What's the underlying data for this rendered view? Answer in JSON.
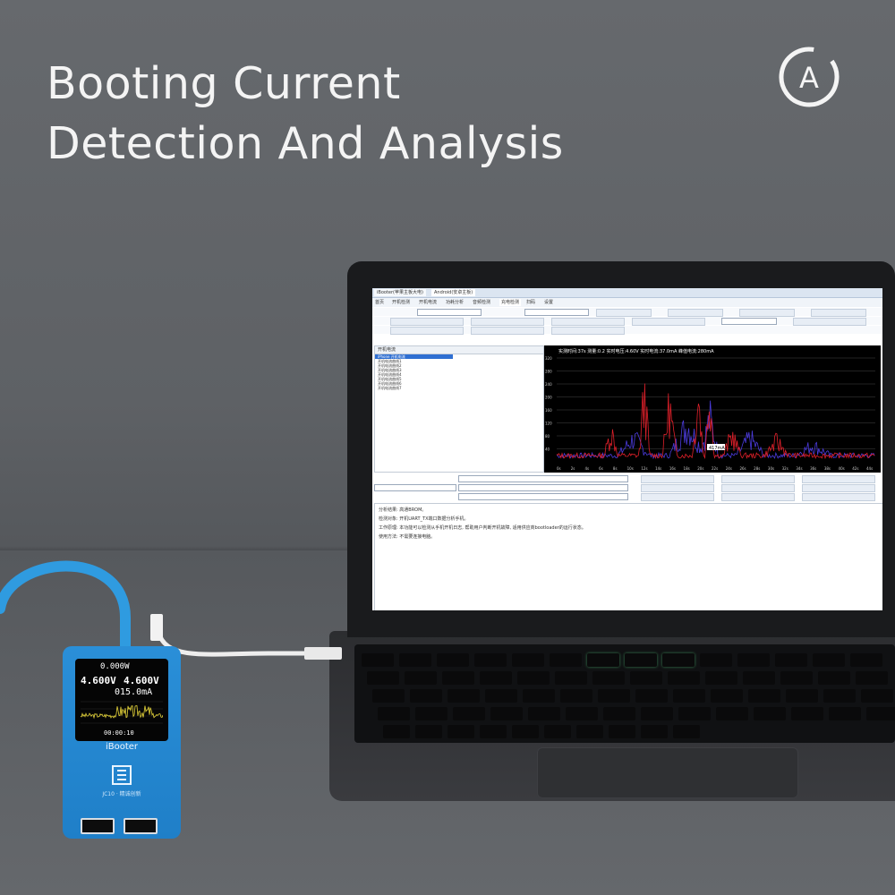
{
  "headline": {
    "line1": "Booting Current",
    "line2": "Detection And Analysis"
  },
  "logo": {
    "letter": "A",
    "icon": "circle-a-logo"
  },
  "software": {
    "tabs": [
      "iBooter(苹果主板大电)",
      "Android(安卓主板)"
    ],
    "menu": [
      "首页",
      "开机检测",
      "开机电流",
      "功耗分析",
      "音频检测",
      "充电检测",
      "扫码",
      "设置"
    ],
    "list_header": "开机电流",
    "list_items": [
      "iPhone 开机电流",
      "开机电流曲线1",
      "开机电流曲线2",
      "开机电流曲线3",
      "开机电流曲线4",
      "开机电流曲线5",
      "开机电流曲线6",
      "开机电流曲线7"
    ],
    "chart_header": "实测时间:37s 测量:0.2 实时电压:4.60V 实时电流:37.0mA 峰值电流:280mA",
    "chart_marker": "417mA",
    "chart_yticks": [
      "320",
      "280",
      "240",
      "200",
      "160",
      "120",
      "80",
      "40"
    ],
    "chart_xticks": [
      "0s",
      "2s",
      "4s",
      "6s",
      "8s",
      "10s",
      "12s",
      "14s",
      "16s",
      "18s",
      "20s",
      "22s",
      "24s",
      "26s",
      "28s",
      "30s",
      "32s",
      "34s",
      "36s",
      "38s",
      "40s",
      "42s",
      "44s"
    ],
    "log": [
      "分析结果: 高通BROM。",
      "检测对象: 开机UART_TX端口数据分析手机。",
      "工作原理: 本功能可以检测从手机开机日志, 帮助用户判断开机故障, 适用供应商bootloader的运行状态。",
      "使用方法: 不需要连接电脑。"
    ]
  },
  "device": {
    "power": "0.000W",
    "voltage_left": "4.600V",
    "voltage_right": "4.600V",
    "current": "015.0mA",
    "timer": "00:00:10",
    "brand": "iBooter",
    "model": "JC10 · 精诚创新"
  },
  "colors": {
    "device_blue": "#1f86d1",
    "cable_blue": "#2f9be0",
    "chart_red": "#e0202a",
    "chart_blue": "#4b3bdc"
  }
}
